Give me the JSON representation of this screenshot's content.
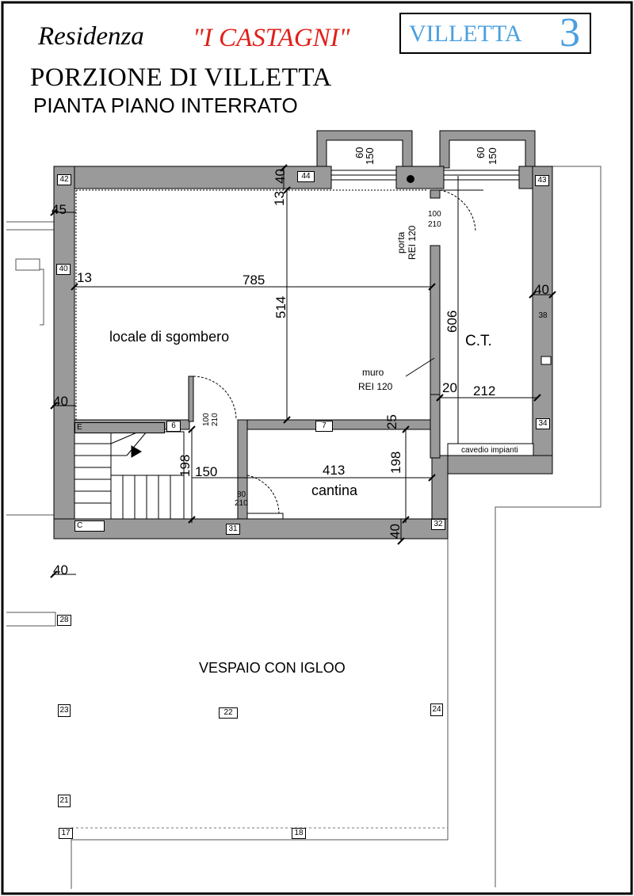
{
  "title": {
    "prefix": "Residenza",
    "name": "\"I CASTAGNI\"",
    "villetta_label": "VILLETTA",
    "villetta_number": "3",
    "subtitle": "PORZIONE DI VILLETTA",
    "plan": "PIANTA PIANO INTERRATO"
  },
  "rooms": {
    "sgombero": "locale di sgombero",
    "ct": "C.T.",
    "cantina": "cantina",
    "vespaio": "VESPAIO CON IGLOO",
    "cavedio": "cavedio impianti"
  },
  "dimensions": {
    "d13_left": "13",
    "d785": "785",
    "d514": "514",
    "d13_top": "13",
    "d40_top": "40",
    "d45": "45",
    "d40_left1": "40",
    "d40_left2": "40",
    "d40_right": "40",
    "d606": "606",
    "d20": "20",
    "d212": "212",
    "d25": "25",
    "d198_left": "198",
    "d150": "150",
    "d413": "413",
    "d198_right": "198",
    "d40_bottom": "40",
    "d60_1": "60",
    "d150_1": "150",
    "d60_2": "60",
    "d150_2": "150"
  },
  "annotations": {
    "porta": "porta",
    "rei_door": "REI 120",
    "door_100_a": "100",
    "door_210_a": "210",
    "muro": "muro",
    "rei_muro": "REI 120",
    "door_100_b": "100",
    "door_210_b": "210",
    "door_80": "80",
    "door_210_c": "210"
  },
  "tags": {
    "t42": "42",
    "t44": "44",
    "t43": "43",
    "t40": "40",
    "t38": "38",
    "t34": "34",
    "tE": "E",
    "t6": "6",
    "t7": "7",
    "tC": "C",
    "t31": "31",
    "t32": "32",
    "t28": "28",
    "t23": "23",
    "t22": "22",
    "t24": "24",
    "t21": "21",
    "t17": "17",
    "t18": "18"
  },
  "colors": {
    "wall": "#9a9a9a",
    "title_accent": "#e0201a",
    "villetta": "#4a9fe0"
  }
}
